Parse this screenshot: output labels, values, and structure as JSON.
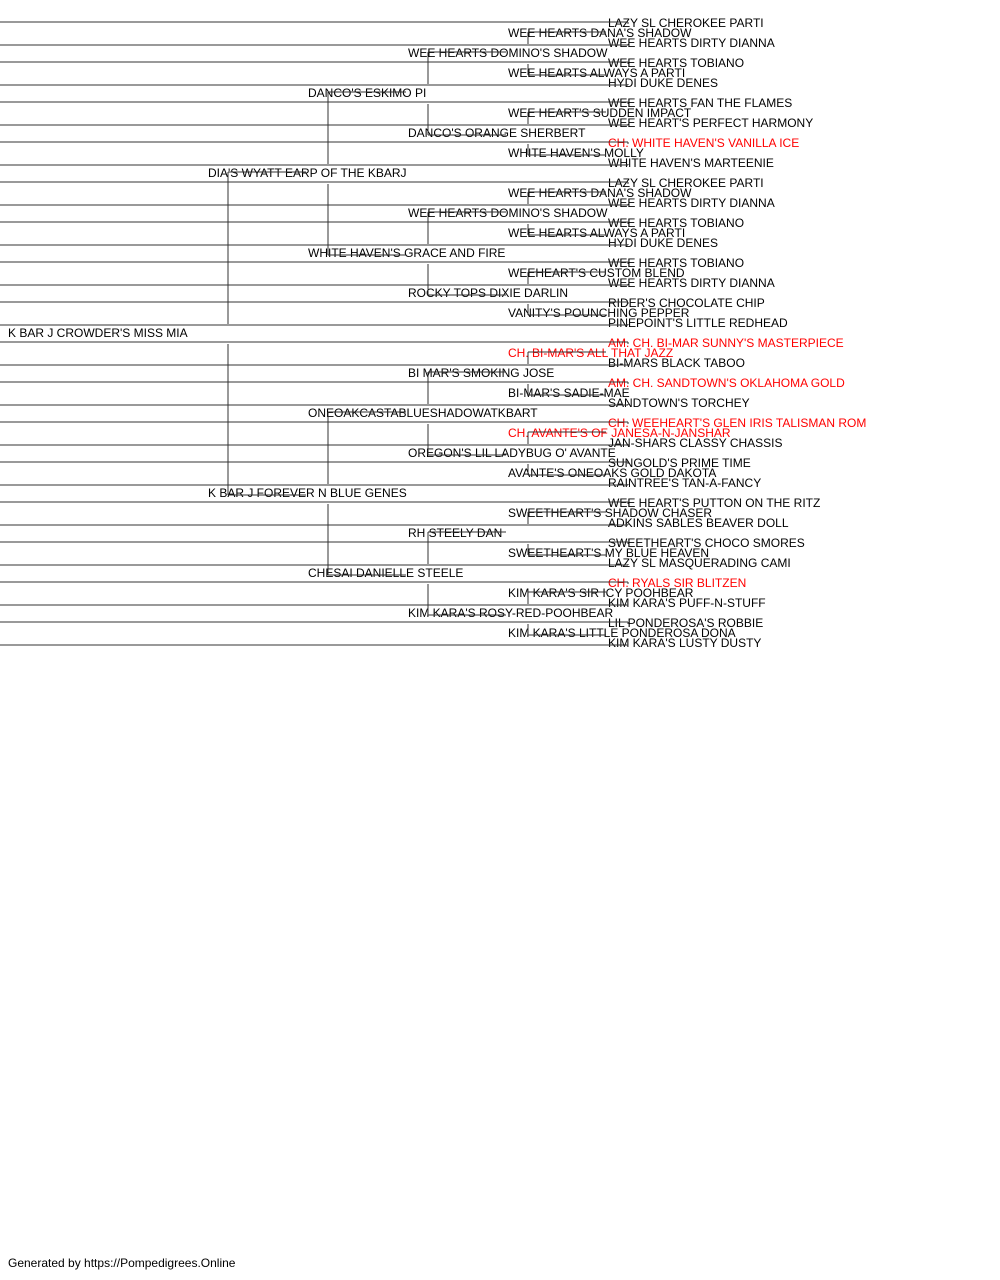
{
  "colors": {
    "normal": "#000000",
    "champion": "#ff0000",
    "line": "#333333"
  },
  "pedigree": {
    "name": "K BAR J CROWDER'S MISS MIA",
    "sire": {
      "name": "DIA'S WYATT EARP OF THE KBARJ",
      "sire": {
        "name": "DANCO'S ESKIMO PI",
        "sire": {
          "name": "WEE HEARTS DOMINO'S SHADOW",
          "sire": {
            "name": "WEE HEARTS DANA'S SHADOW",
            "sire": {
              "name": "LAZY SL CHEROKEE PARTI"
            },
            "dam": {
              "name": "WEE HEARTS DIRTY DIANNA"
            }
          },
          "dam": {
            "name": "WEE HEARTS ALWAYS A PARTI",
            "sire": {
              "name": "WEE HEARTS TOBIANO"
            },
            "dam": {
              "name": "HYDI DUKE DENES"
            }
          }
        },
        "dam": {
          "name": "DANCO'S ORANGE SHERBERT",
          "sire": {
            "name": "WEE HEART'S SUDDEN IMPACT",
            "sire": {
              "name": "WEE HEARTS FAN THE FLAMES"
            },
            "dam": {
              "name": "WEE HEART'S PERFECT HARMONY"
            }
          },
          "dam": {
            "name": "WHITE HAVEN'S MOLLY",
            "sire": {
              "name": "CH. WHITE HAVEN'S VANILLA ICE",
              "champion": true
            },
            "dam": {
              "name": "WHITE HAVEN'S MARTEENIE"
            }
          }
        }
      },
      "dam": {
        "name": "WHITE HAVEN'S GRACE AND FIRE",
        "sire": {
          "name": "WEE HEARTS DOMINO'S SHADOW",
          "sire": {
            "name": "WEE HEARTS DANA'S SHADOW",
            "sire": {
              "name": "LAZY SL CHEROKEE PARTI"
            },
            "dam": {
              "name": "WEE HEARTS DIRTY DIANNA"
            }
          },
          "dam": {
            "name": "WEE HEARTS ALWAYS A PARTI",
            "sire": {
              "name": "WEE HEARTS TOBIANO"
            },
            "dam": {
              "name": "HYDI DUKE DENES"
            }
          }
        },
        "dam": {
          "name": "ROCKY TOPS DIXIE DARLIN",
          "sire": {
            "name": "WEEHEART'S CUSTOM BLEND",
            "sire": {
              "name": "WEE HEARTS TOBIANO"
            },
            "dam": {
              "name": "WEE HEARTS DIRTY DIANNA"
            }
          },
          "dam": {
            "name": "VANITY'S POUNCHING PEPPER",
            "sire": {
              "name": "RIDER'S CHOCOLATE CHIP"
            },
            "dam": {
              "name": "PINEPOINT'S LITTLE REDHEAD"
            }
          }
        }
      }
    },
    "dam": {
      "name": "K BAR J FOREVER N BLUE GENES",
      "sire": {
        "name": "ONEOAKCASTABLUESHADOWATKBART",
        "sire": {
          "name": "BI MAR'S SMOKING JOSE",
          "sire": {
            "name": "CH. BI-MAR'S ALL THAT JAZZ",
            "champion": true,
            "sire": {
              "name": "AM. CH. BI-MAR SUNNY'S MASTERPIECE",
              "champion": true
            },
            "dam": {
              "name": "BI-MARS BLACK TABOO"
            }
          },
          "dam": {
            "name": "BI-MAR'S SADIE-MAE",
            "sire": {
              "name": "AM. CH. SANDTOWN'S OKLAHOMA GOLD",
              "champion": true
            },
            "dam": {
              "name": "SANDTOWN'S TORCHEY"
            }
          }
        },
        "dam": {
          "name": "OREGON'S LIL LADYBUG O' AVANTE",
          "sire": {
            "name": "CH. AVANTE'S OF JANESA-N-JANSHAR",
            "champion": true,
            "sire": {
              "name": "CH. WEEHEART'S GLEN IRIS TALISMAN ROM",
              "champion": true
            },
            "dam": {
              "name": "JAN-SHARS CLASSY CHASSIS"
            }
          },
          "dam": {
            "name": "AVANTE'S ONEOAKS GOLD DAKOTA",
            "sire": {
              "name": "SUNGOLD'S PRIME TIME"
            },
            "dam": {
              "name": "RAINTREE'S TAN-A-FANCY"
            }
          }
        }
      },
      "dam": {
        "name": "CHESAI DANIELLE STEELE",
        "sire": {
          "name": "RH STEELY DAN",
          "sire": {
            "name": "SWEETHEART'S SHADOW CHASER",
            "sire": {
              "name": "WEE HEART'S PUTTON ON THE RITZ"
            },
            "dam": {
              "name": "ADKINS SABLES BEAVER DOLL"
            }
          },
          "dam": {
            "name": "SWEETHEART'S MY BLUE HEAVEN",
            "sire": {
              "name": "SWEETHEART'S CHOCO SMORES"
            },
            "dam": {
              "name": "LAZY SL MASQUERADING CAMI"
            }
          }
        },
        "dam": {
          "name": "KIM KARA'S ROSY-RED-POOHBEAR",
          "sire": {
            "name": "KIM KARA'S SIR ICY POOHBEAR",
            "sire": {
              "name": "CH. RYALS SIR BLITZEN",
              "champion": true
            },
            "dam": {
              "name": "KIM KARA'S PUFF-N-STUFF"
            }
          },
          "dam": {
            "name": "KIM KARA'S LITTLE PONDEROSA DONA",
            "sire": {
              "name": "LIL PONDEROSA'S ROBBIE"
            },
            "dam": {
              "name": "KIM KARA'S LUSTY DUSTY"
            }
          }
        }
      }
    }
  },
  "footer": "Generated by https://Pompedigrees.Online"
}
